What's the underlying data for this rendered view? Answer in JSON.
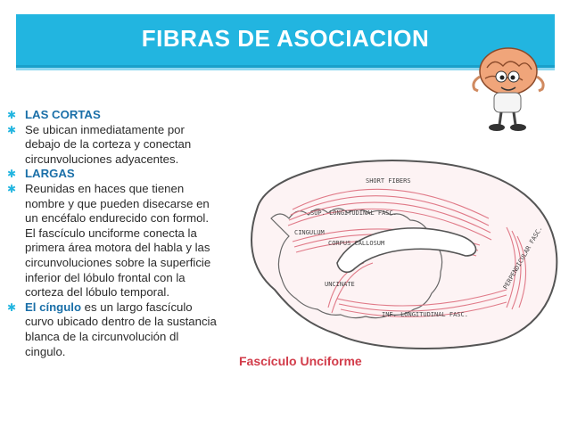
{
  "slide": {
    "title": "FIBRAS DE ASOCIACION",
    "bullets": [
      {
        "kw": "LAS CORTAS",
        "text": ""
      },
      {
        "kw": "",
        "text": "Se ubican inmediatamente por debajo de la corteza y conectan circunvoluciones adyacentes."
      },
      {
        "kw": "LARGAS",
        "text": ""
      },
      {
        "kw": "",
        "text": "Reunidas en haces que tienen nombre y que pueden disecarse en un encéfalo endurecido con formol. El fascículo unciforme conecta la primera área motora del habla y las circunvoluciones sobre la superficie inferior del lóbulo frontal con la corteza del lóbulo temporal."
      },
      {
        "kw": "El cíngulo",
        "text": " es un largo fascículo curvo ubicado dentro de la sustancia blanca de la circunvolución dl cingulo."
      }
    ],
    "bullet_icon": "asterisk-bullet-icon"
  },
  "figure": {
    "caption": "Fascículo Unciforme",
    "labels": {
      "short": "SHORT FIBERS",
      "sup": "SUP. LONGITUDINAL FASC.",
      "cingulum": "CINGULUM",
      "callosum": "CORPUS CALLOSUM",
      "uncinate": "UNCINATE",
      "inf": "INF. LONGITUDINAL FASC.",
      "perp": "PERPENDICULAR FASC."
    }
  },
  "mascot": {
    "icon": "brain-mascot-icon"
  },
  "colors": {
    "header": "#22b5e0",
    "keyword": "#1a6fa8",
    "fibers": "#e07a88",
    "caption": "#d23c4a"
  }
}
